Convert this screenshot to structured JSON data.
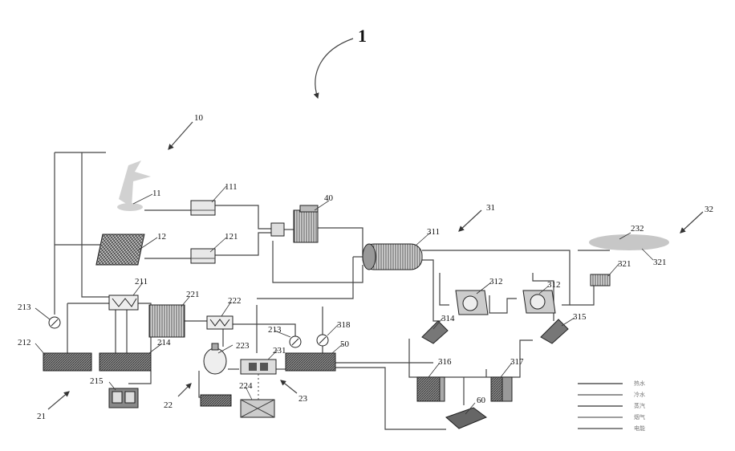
{
  "figure_number": "1",
  "labels": {
    "n10": "10",
    "n11": "11",
    "n12": "12",
    "n111": "111",
    "n121": "121",
    "n40": "40",
    "n31": "31",
    "n32": "32",
    "n311": "311",
    "n312a": "312",
    "n312b": "312",
    "n314": "314",
    "n315": "315",
    "n316": "316",
    "n317": "317",
    "n318": "318",
    "n321a": "321",
    "n321b": "321",
    "n232": "232",
    "n211": "211",
    "n212": "212",
    "n213a": "213",
    "n213b": "213",
    "n214": "214",
    "n215": "215",
    "n21": "21",
    "n221": "221",
    "n222": "222",
    "n223": "223",
    "n224": "224",
    "n22": "22",
    "n23": "23",
    "n231": "231",
    "n50": "50",
    "n60": "60"
  },
  "legend": [
    "热水",
    "冷水",
    "蒸汽",
    "烟气",
    "电能"
  ]
}
